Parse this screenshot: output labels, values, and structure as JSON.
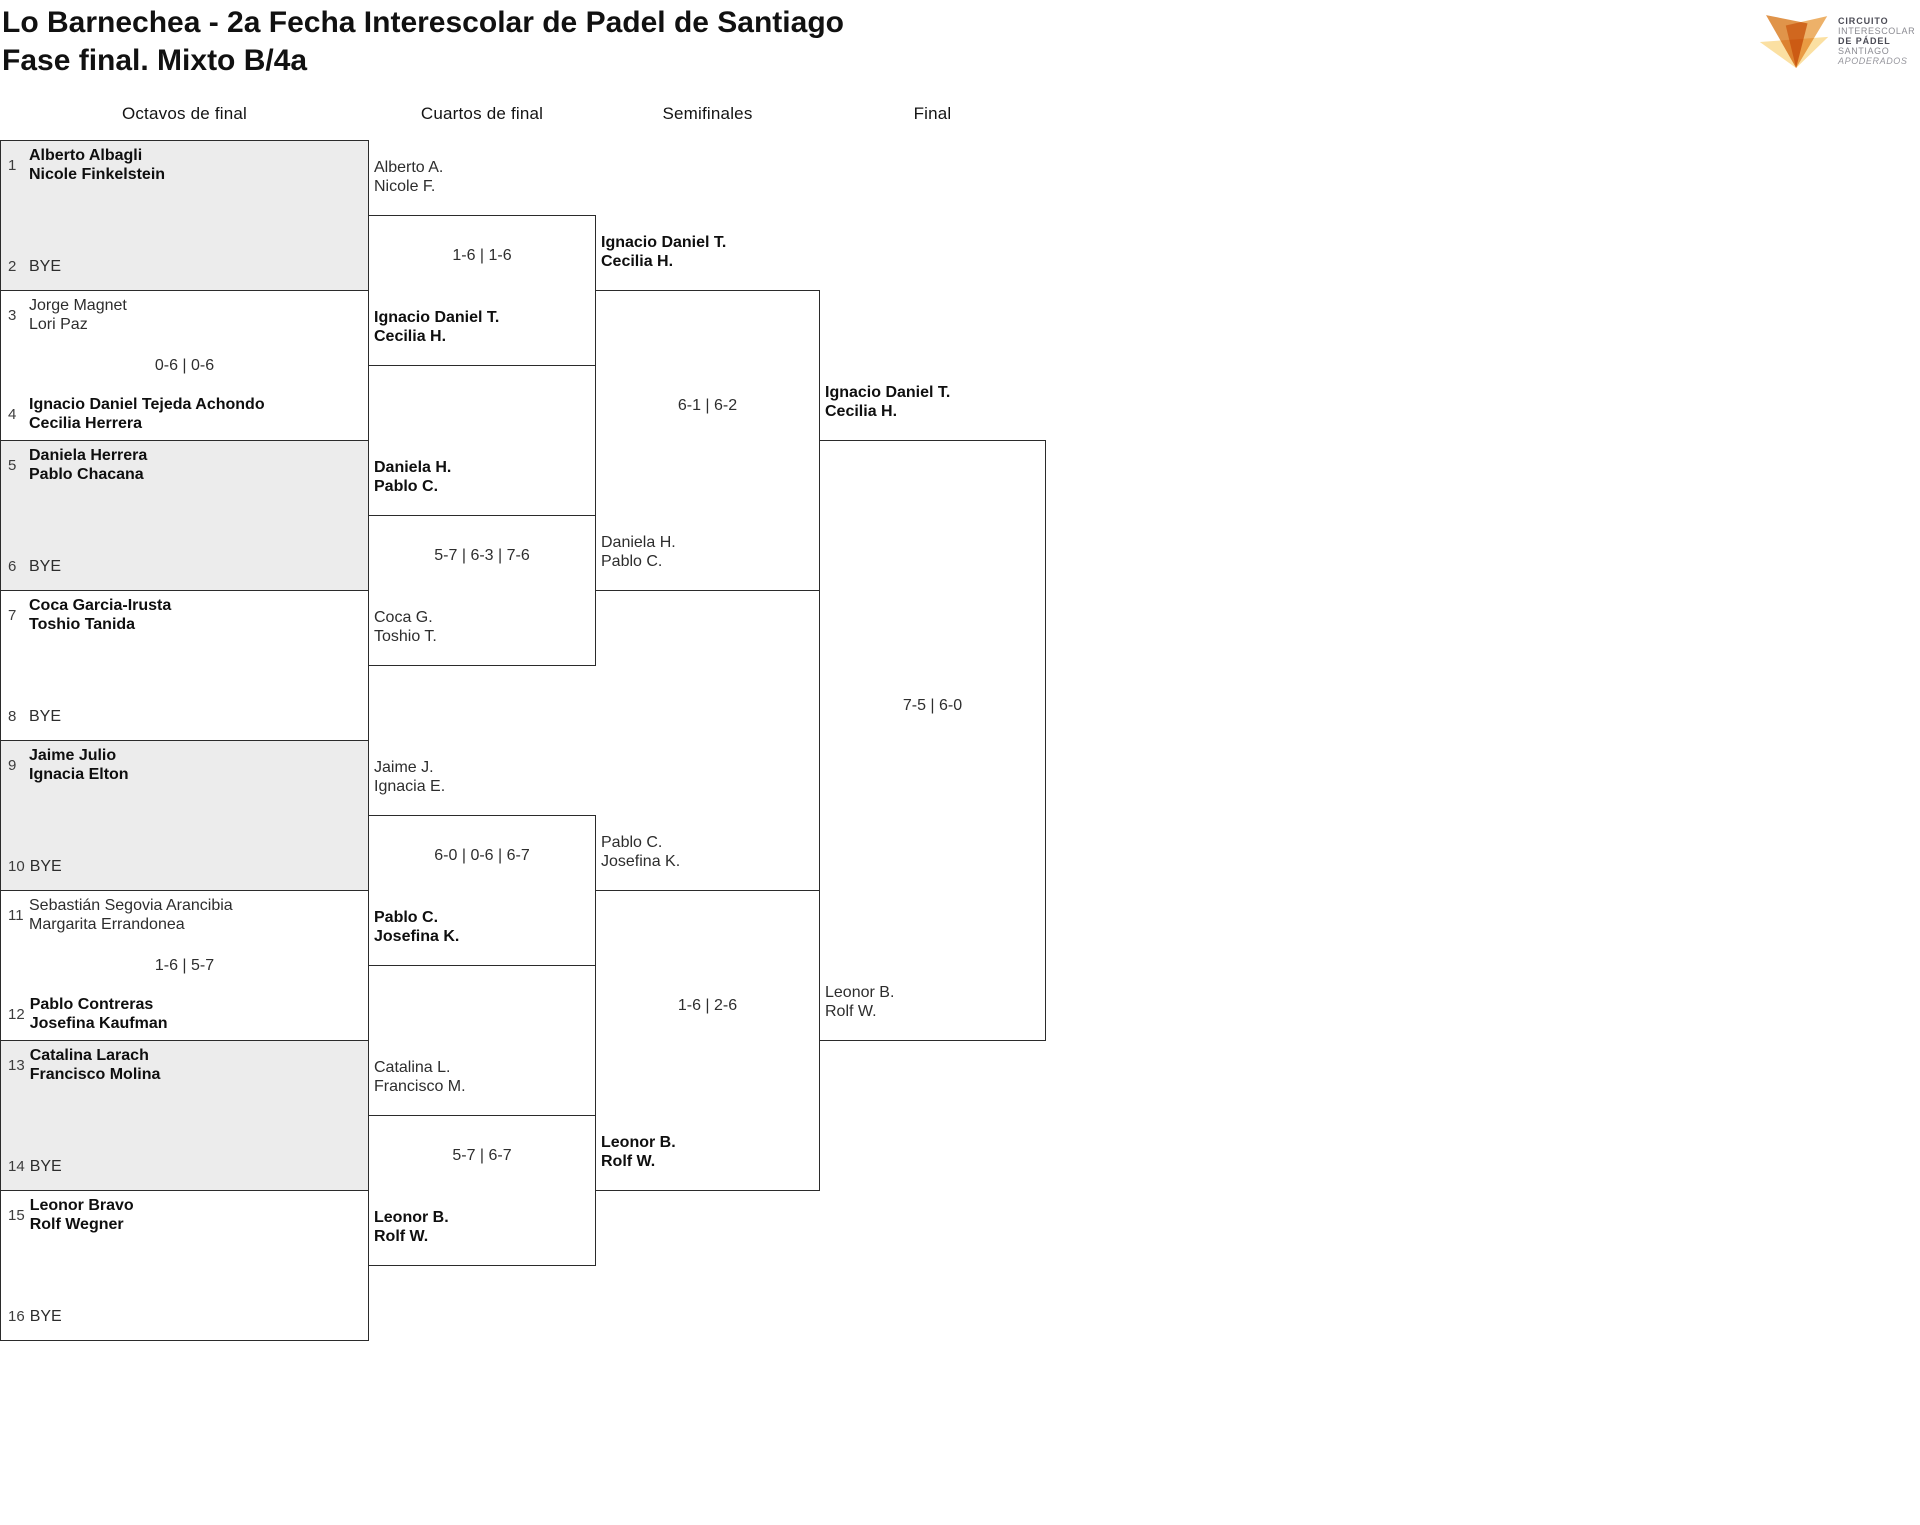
{
  "title": {
    "line1": "Lo Barnechea - 2a Fecha Interescolar de Padel de Santiago",
    "line2": "Fase final. Mixto B/4a"
  },
  "logo": {
    "icon": "fox-triangles",
    "colors": {
      "left_wing": "#E0944A",
      "right_wing": "#ECAA5C",
      "band": "#FBDF9D"
    },
    "text": [
      "CIRCUITO",
      "INTERESCOLAR",
      "DE PÁDEL",
      "SANTIAGO",
      "APODERADOS"
    ]
  },
  "round_headers": {
    "r16": "Octavos de final",
    "qf": "Cuartos de final",
    "sf": "Semifinales",
    "f": "Final"
  },
  "bracket": {
    "r16_boxes": [
      {
        "score": "",
        "top": {
          "seed": "1",
          "name1": "Alberto Albagli",
          "name2": "Nicole Finkelstein",
          "advanced": true
        },
        "bottom": {
          "seed": "2",
          "name1": "BYE",
          "name2": "",
          "advanced": false
        }
      },
      {
        "score": "0-6 | 0-6",
        "top": {
          "seed": "3",
          "name1": "Jorge Magnet",
          "name2": "Lori Paz",
          "advanced": false
        },
        "bottom": {
          "seed": "4",
          "name1": "Ignacio Daniel Tejeda Achondo",
          "name2": "Cecilia Herrera",
          "advanced": true
        }
      },
      {
        "score": "",
        "top": {
          "seed": "5",
          "name1": "Daniela Herrera",
          "name2": "Pablo Chacana",
          "advanced": true
        },
        "bottom": {
          "seed": "6",
          "name1": "BYE",
          "name2": "",
          "advanced": false
        }
      },
      {
        "score": "",
        "top": {
          "seed": "7",
          "name1": "Coca Garcia-Irusta",
          "name2": "Toshio Tanida",
          "advanced": true
        },
        "bottom": {
          "seed": "8",
          "name1": "BYE",
          "name2": "",
          "advanced": false
        }
      },
      {
        "score": "",
        "top": {
          "seed": "9",
          "name1": "Jaime Julio",
          "name2": "Ignacia Elton",
          "advanced": true
        },
        "bottom": {
          "seed": "10",
          "name1": "BYE",
          "name2": "",
          "advanced": false
        }
      },
      {
        "score": "1-6 | 5-7",
        "top": {
          "seed": "11",
          "name1": "Sebastián Segovia Arancibia",
          "name2": "Margarita Errandonea",
          "advanced": false
        },
        "bottom": {
          "seed": "12",
          "name1": "Pablo Contreras",
          "name2": "Josefina Kaufman",
          "advanced": true
        }
      },
      {
        "score": "",
        "top": {
          "seed": "13",
          "name1": "Catalina Larach",
          "name2": "Francisco Molina",
          "advanced": true
        },
        "bottom": {
          "seed": "14",
          "name1": "BYE",
          "name2": "",
          "advanced": false
        }
      },
      {
        "score": "",
        "top": {
          "seed": "15",
          "name1": "Leonor Bravo",
          "name2": "Rolf Wegner",
          "advanced": true
        },
        "bottom": {
          "seed": "16",
          "name1": "BYE",
          "name2": "",
          "advanced": false
        }
      }
    ],
    "qf": {
      "entrants": [
        {
          "name1": "Alberto A.",
          "name2": "Nicole F.",
          "advanced": false
        },
        {
          "name1": "Ignacio Daniel T.",
          "name2": "Cecilia H.",
          "advanced": true
        },
        {
          "name1": "Daniela H.",
          "name2": "Pablo C.",
          "advanced": true
        },
        {
          "name1": "Coca G.",
          "name2": "Toshio T.",
          "advanced": false
        },
        {
          "name1": "Jaime J.",
          "name2": "Ignacia E.",
          "advanced": false
        },
        {
          "name1": "Pablo C.",
          "name2": "Josefina K.",
          "advanced": true
        },
        {
          "name1": "Catalina L.",
          "name2": "Francisco M.",
          "advanced": false
        },
        {
          "name1": "Leonor B.",
          "name2": "Rolf W.",
          "advanced": true
        }
      ],
      "scores": [
        "1-6 | 1-6",
        "5-7 | 6-3 | 7-6",
        "6-0 | 0-6 | 6-7",
        "5-7 | 6-7"
      ]
    },
    "sf": {
      "entrants": [
        {
          "name1": "Ignacio Daniel T.",
          "name2": "Cecilia H.",
          "advanced": true
        },
        {
          "name1": "Daniela H.",
          "name2": "Pablo C.",
          "advanced": false
        },
        {
          "name1": "Pablo C.",
          "name2": "Josefina K.",
          "advanced": false
        },
        {
          "name1": "Leonor B.",
          "name2": "Rolf W.",
          "advanced": true
        }
      ],
      "scores": [
        "6-1 | 6-2",
        "1-6 | 2-6"
      ]
    },
    "final": {
      "entrants": [
        {
          "name1": "Ignacio Daniel T.",
          "name2": "Cecilia H.",
          "advanced": true
        },
        {
          "name1": "Leonor B.",
          "name2": "Rolf W.",
          "advanced": false
        }
      ],
      "score": "7-5 | 6-0"
    }
  }
}
